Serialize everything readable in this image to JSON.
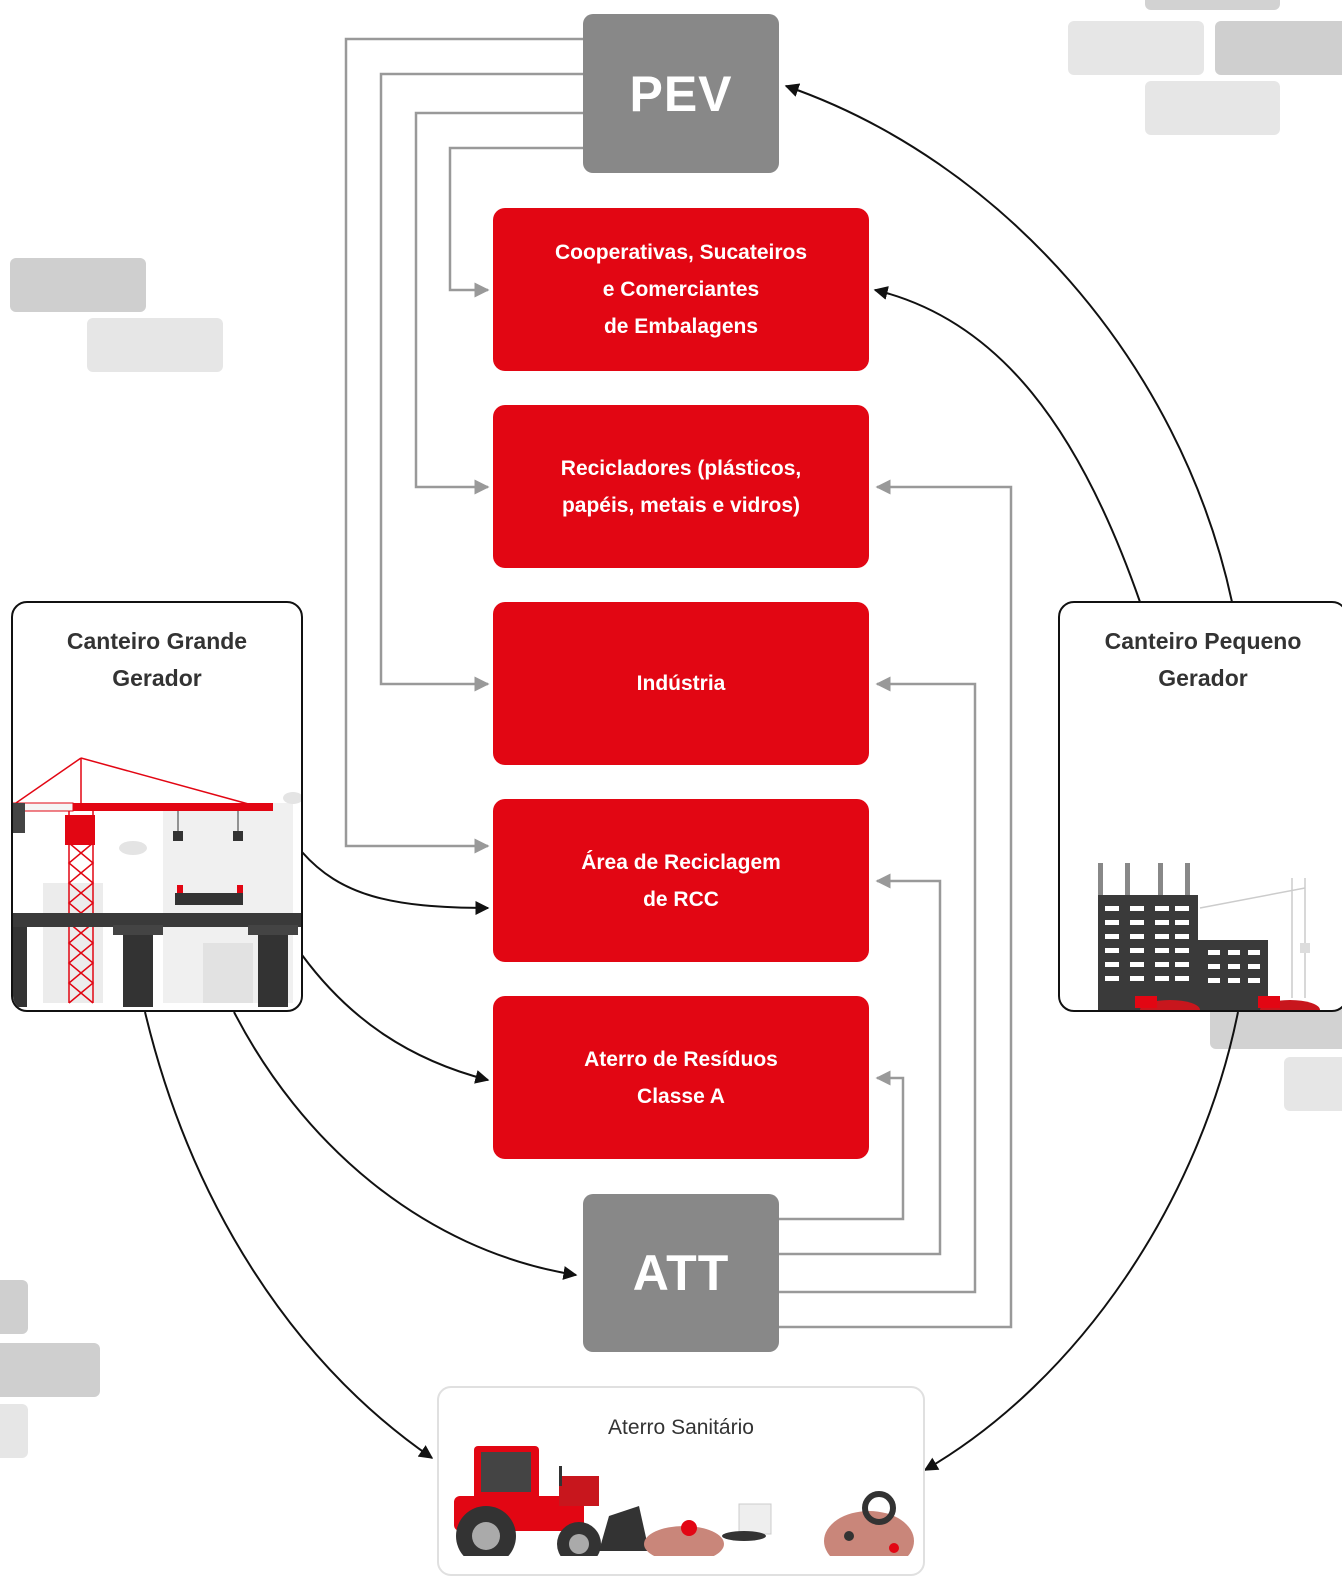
{
  "nodes": {
    "pev": "PEV",
    "att": "ATT",
    "cooperativas": "Cooperativas, Sucateiros\ne Comerciantes\nde Embalagens",
    "recicladores": "Recicladores (plásticos,\npapéis, metais e vidros)",
    "industria": "Indústria",
    "area_reciclagem": "Área de Reciclagem\nde RCC",
    "aterro_classe_a": "Aterro de Resíduos\nClasse A",
    "canteiro_grande": "Canteiro Grande\nGerador",
    "canteiro_pequeno": "Canteiro Pequeno\nGerador",
    "aterro_sanitario": "Aterro Sanitário"
  },
  "colors": {
    "red": "#e20613",
    "gray": "#888888",
    "connector_gray": "#999999",
    "arrow_black": "#111111",
    "brick_light": "#e6e6e6",
    "brick_dark": "#cfcfcf"
  },
  "illustrations": {
    "large_site": "construction-cranes-bridge-illustration",
    "small_site": "building-under-construction-illustration",
    "landfill": "tractor-landfill-illustration"
  }
}
